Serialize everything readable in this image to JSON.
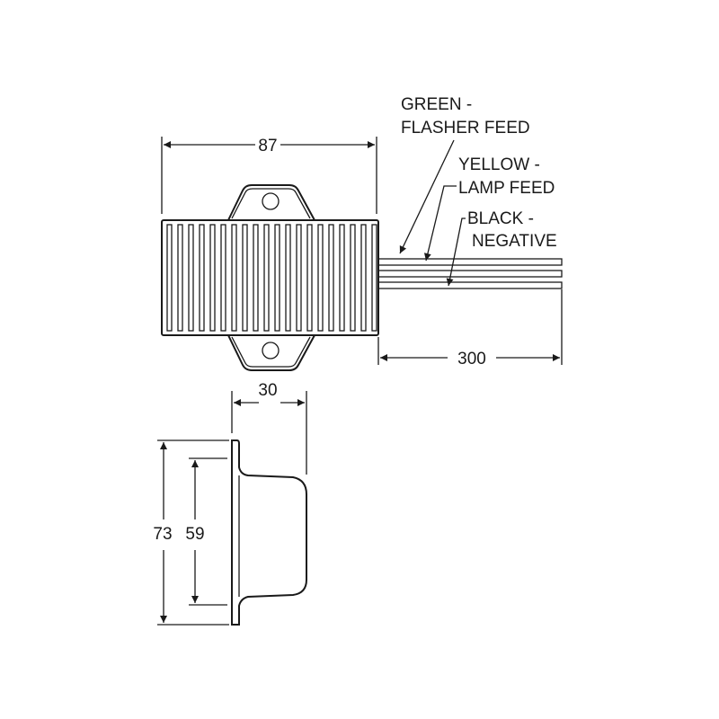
{
  "dimensions": {
    "length": "87",
    "wire_length": "300",
    "depth": "30",
    "overall_height": "73",
    "body_height": "59"
  },
  "wires": [
    {
      "label_line1": "GREEN -",
      "label_line2": "FLASHER FEED"
    },
    {
      "label_line1": "YELLOW -",
      "label_line2": "LAMP FEED"
    },
    {
      "label_line1": "BLACK -",
      "label_line2": "NEGATIVE"
    }
  ]
}
